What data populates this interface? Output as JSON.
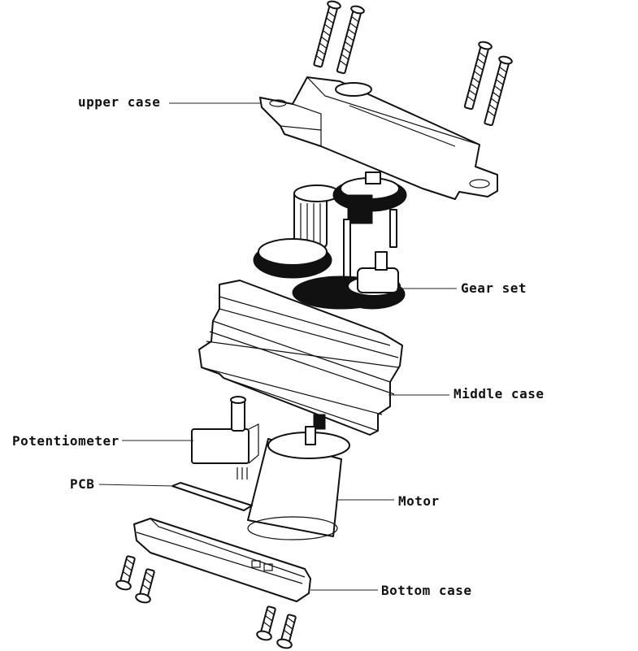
{
  "labels": {
    "upper_case": "upper case",
    "gear_set": "Gear set",
    "middle_case": "Middle case",
    "potentiometer": "Potentiometer",
    "pcb": "PCB",
    "motor": "Motor",
    "bottom_case": "Bottom case"
  }
}
